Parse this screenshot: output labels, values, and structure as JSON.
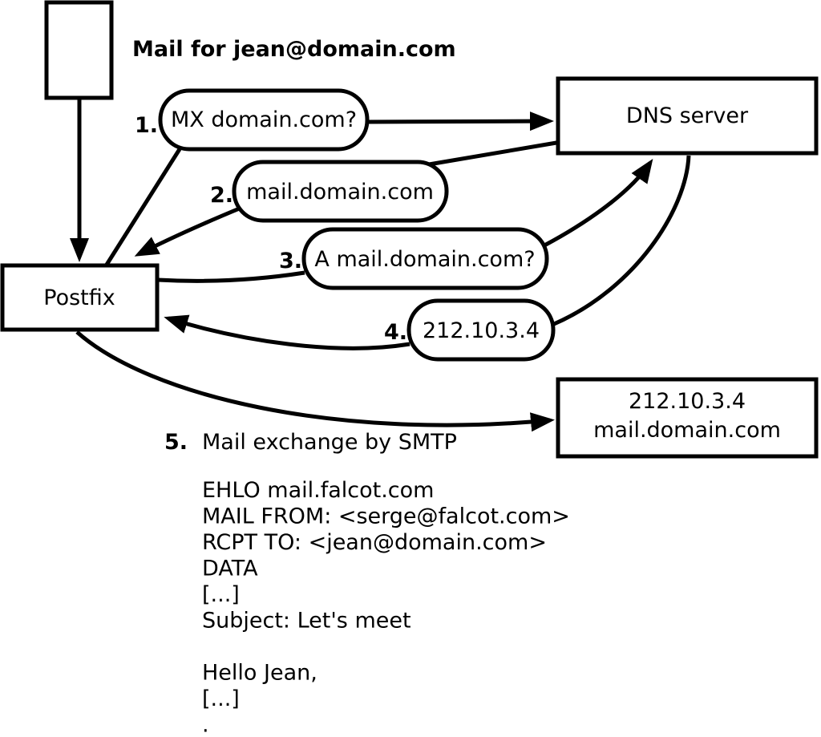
{
  "figure": {
    "title": "Mail for jean@domain.com",
    "colors": {
      "stroke": "#000000",
      "background": "#ffffff"
    }
  },
  "nodes": {
    "postfix": {
      "label": "Postfix"
    },
    "dns_server": {
      "label": "DNS server"
    },
    "mail_server": {
      "line1": "212.10.3.4",
      "line2": "mail.domain.com"
    }
  },
  "steps": [
    {
      "number": "1.",
      "label": "MX domain.com?"
    },
    {
      "number": "2.",
      "label": "mail.domain.com"
    },
    {
      "number": "3.",
      "label": "A mail.domain.com?"
    },
    {
      "number": "4.",
      "label": "212.10.3.4"
    },
    {
      "number": "5.",
      "label": "Mail exchange by SMTP"
    }
  ],
  "smtp_session": {
    "lines": [
      "EHLO mail.falcot.com",
      "MAIL FROM: <serge@falcot.com>",
      "RCPT TO: <jean@domain.com>",
      "DATA",
      "[...]",
      "Subject: Let's meet",
      "",
      "Hello Jean,",
      "[...]",
      "."
    ]
  }
}
